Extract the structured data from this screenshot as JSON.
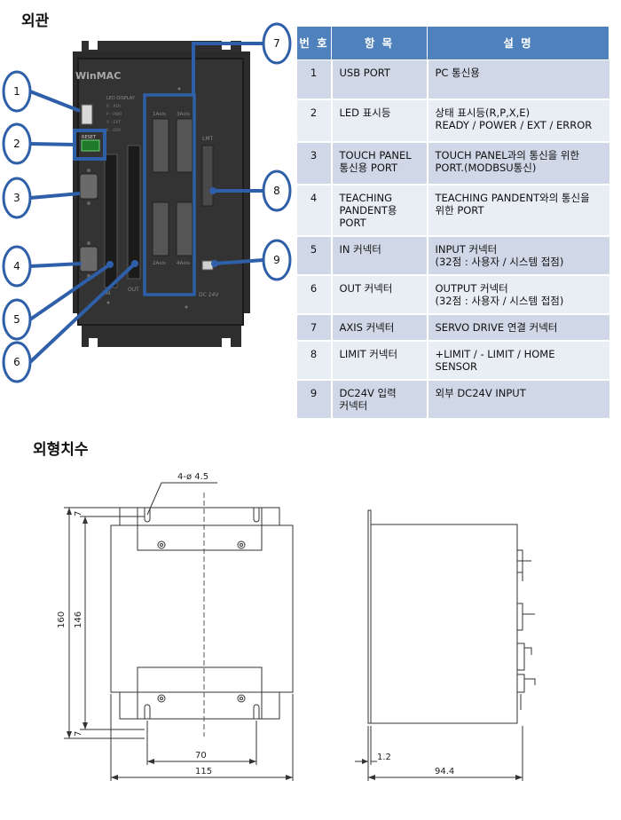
{
  "section_appearance_title": "외관",
  "section_dimensions_title": "외형치수",
  "device": {
    "brand": "WinMAC",
    "led_caption": "LED DISPLAY",
    "led_labels": [
      "R : RDY",
      "P : PWR",
      "X : EXT",
      "E : ERR"
    ],
    "axis_labels": [
      "1Axis",
      "3Axis",
      "2Axis",
      "4Axis"
    ],
    "limit_label": "LMT",
    "in_label": "IN",
    "out_label": "OUT",
    "power_label": "DC 24V",
    "reset_label": "RESET"
  },
  "callout_numbers": [
    "1",
    "2",
    "3",
    "4",
    "5",
    "6",
    "7",
    "8",
    "9"
  ],
  "table": {
    "headers": [
      "번 호",
      "항 목",
      "설 명"
    ],
    "rows": [
      {
        "no": "1",
        "item": "USB PORT",
        "desc": "PC 통신용"
      },
      {
        "no": "2",
        "item": "LED 표시등",
        "desc": "상태 표시등(R,P,X,E)\n READY / POWER / EXT / ERROR"
      },
      {
        "no": "3",
        "item": "TOUCH PANEL\n통신용 PORT",
        "desc": "TOUCH PANEL과의 통신을 위한\nPORT.(MODBSU통신)"
      },
      {
        "no": "4",
        "item": "TEACHING\nPANDENT용\nPORT",
        "desc": "TEACHING PANDENT와의 통신을\n위한 PORT"
      },
      {
        "no": "5",
        "item": "IN 커넥터",
        "desc": "INPUT 커넥터\n(32점 : 사용자 / 시스템 접점)"
      },
      {
        "no": "6",
        "item": "OUT 커넥터",
        "desc": "OUTPUT 커넥터\n(32점 : 사용자 / 시스템 접점)"
      },
      {
        "no": "7",
        "item": "AXIS 커넥터",
        "desc": "SERVO DRIVE 연결 커넥터"
      },
      {
        "no": "8",
        "item": "LIMIT 커넥터",
        "desc": "+LIMIT / - LIMIT / HOME\nSENSOR"
      },
      {
        "no": "9",
        "item": "DC24V 입력\n커넥터",
        "desc": "외부 DC24V INPUT"
      }
    ]
  },
  "dimensions": {
    "hole_spec": "4-ø 4.5",
    "height_total": "160",
    "height_inner": "146",
    "margin_top": "7",
    "margin_bottom": "7",
    "hole_spacing": "70",
    "width_total": "115",
    "side_thickness": "1.2",
    "side_depth": "94.4"
  }
}
